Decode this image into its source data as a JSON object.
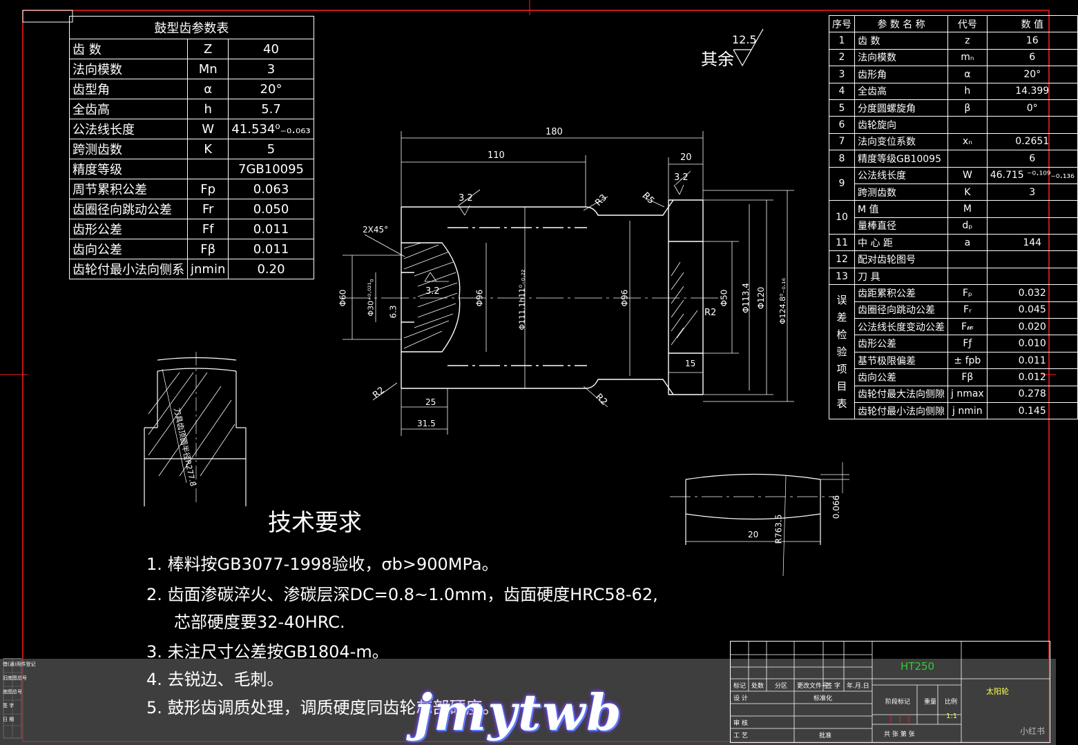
{
  "drum_table": {
    "title": "鼓型齿参数表",
    "rows": [
      {
        "name": "齿 数",
        "sym": "Z",
        "val": "40"
      },
      {
        "name": "法向模数",
        "sym": "Mn",
        "val": "3"
      },
      {
        "name": "齿型角",
        "sym": "α",
        "val": "20°"
      },
      {
        "name": "全齿高",
        "sym": "h",
        "val": "5.7"
      },
      {
        "name": "公法线长度",
        "sym": "W",
        "val": "41.534⁰₋₀.₀₆₃"
      },
      {
        "name": "跨测齿数",
        "sym": "K",
        "val": "5"
      },
      {
        "name": "精度等级",
        "sym": "",
        "val": "7GB10095"
      },
      {
        "name": "周节累积公差",
        "sym": "Fp",
        "val": "0.063"
      },
      {
        "name": "齿圈径向跳动公差",
        "sym": "Fr",
        "val": "0.050"
      },
      {
        "name": "齿形公差",
        "sym": "Ff",
        "val": "0.011"
      },
      {
        "name": "齿向公差",
        "sym": "Fβ",
        "val": "0.011"
      },
      {
        "name": "齿轮付最小法向侧系",
        "sym": "jnmin",
        "val": "0.20"
      }
    ]
  },
  "param_table": {
    "headers": [
      "序号",
      "参 数 名 称",
      "代号",
      "数 值"
    ],
    "rows": [
      {
        "no": "1",
        "name": "齿 数",
        "sym": "z",
        "val": "16"
      },
      {
        "no": "2",
        "name": "法向模数",
        "sym": "mₙ",
        "val": "6"
      },
      {
        "no": "3",
        "name": "齿形角",
        "sym": "α",
        "val": "20°"
      },
      {
        "no": "4",
        "name": "全齿高",
        "sym": "h",
        "val": "14.399"
      },
      {
        "no": "5",
        "name": "分度圆螺旋角",
        "sym": "β",
        "val": "0°"
      },
      {
        "no": "6",
        "name": "齿轮旋向",
        "sym": "",
        "val": ""
      },
      {
        "no": "7",
        "name": "法向变位系数",
        "sym": "xₙ",
        "val": "0.2651"
      },
      {
        "no": "8",
        "name": "精度等级GB10095",
        "sym": "",
        "val": "6"
      },
      {
        "no": "9",
        "name": "公法线长度",
        "sym": "W",
        "val": "46.715 ⁻⁰·¹⁰⁹₋₀.₁₃₆"
      },
      {
        "no": "",
        "name": "跨测齿数",
        "sym": "K",
        "val": "3"
      },
      {
        "no": "10",
        "name": "M 值",
        "sym": "M",
        "val": ""
      },
      {
        "no": "",
        "name": "量棒直径",
        "sym": "dₚ",
        "val": ""
      },
      {
        "no": "11",
        "name": "中 心 距",
        "sym": "a",
        "val": "144"
      },
      {
        "no": "12",
        "name": "配对齿轮图号",
        "sym": "",
        "val": ""
      },
      {
        "no": "13",
        "name": "刀 具",
        "sym": "",
        "val": ""
      }
    ],
    "error_group_label": "误差检验项目表",
    "error_rows": [
      {
        "name": "齿距累积公差",
        "sym": "Fₚ",
        "val": "0.032"
      },
      {
        "name": "齿圈径向跳动公差",
        "sym": "Fᵣ",
        "val": "0.045"
      },
      {
        "name": "公法线长度变动公差",
        "sym": "F𝓌",
        "val": "0.020"
      },
      {
        "name": "齿形公差",
        "sym": "Fƒ",
        "val": "0.010"
      },
      {
        "name": "基节极限偏差",
        "sym": "± fpb",
        "val": "0.011"
      },
      {
        "name": "齿向公差",
        "sym": "Fβ",
        "val": "0.012"
      },
      {
        "name": "齿轮付最大法向侧隙",
        "sym": "j nmax",
        "val": "0.278"
      },
      {
        "name": "齿轮付最小法向侧隙",
        "sym": "j nmin",
        "val": "0.145"
      }
    ]
  },
  "roughness": {
    "label": "其余",
    "value": "12.5"
  },
  "dimensions": {
    "len_total": "180",
    "len_110": "110",
    "len_20": "20",
    "r3": "R3",
    "r5": "R5",
    "ra_32": "3.2",
    "chamfer": "2X45°",
    "phi60": "Φ60",
    "phi30": "Φ30⁺⁰·⁰²¹₀",
    "depth63": "6.3",
    "ra_32b": "3.2",
    "phi96a": "Φ96",
    "phi111": "Φ111.1h11⁰₋₀.₂₂",
    "phi96b": "Φ96",
    "phi50": "Φ50",
    "phi113": "Φ113.4",
    "phi120": "Φ120",
    "phi124": "Φ124.8⁰₋₀.₁₆",
    "r2a": "R2",
    "r2b": "R2",
    "r2c": "R2",
    "len15": "15",
    "len25": "25",
    "len315": "31.5"
  },
  "tooth_section": {
    "label": "刀具齿顶圆半径R277.8"
  },
  "crown_detail": {
    "width": "20",
    "radius": "R763.5",
    "drop": "0.066"
  },
  "tech_req": {
    "title": "技术要求",
    "items": [
      "1. 棒料按GB3077-1998验收，σb>900MPa。",
      "2. 齿面渗碳淬火、渗碳层深DC=0.8~1.0mm，齿面硬度HRC58-62,",
      "芯部硬度要32-40HRC.",
      "3. 未注尺寸公差按GB1804-m。",
      "4. 去锐边、毛刺。",
      "5. 鼓形齿调质处理，调质硬度同齿轮芯部硬度。"
    ]
  },
  "title_block": {
    "material": "HT250",
    "part_name": "太阳轮",
    "row_labels": [
      "标记",
      "处数",
      "分区",
      "更改文件号",
      "签 字",
      "年.月.日"
    ],
    "design": "设 计",
    "std": "标准化",
    "stage": "阶段标记",
    "weight": "重量",
    "scale": "比例",
    "scale_val": "1:1",
    "review": "审 核",
    "process": "工 艺",
    "approve": "批准",
    "sheets": "共 张 第 张"
  },
  "left_tags": [
    "借(通)用件登记",
    "旧底图总号",
    "底图总号",
    "签 字",
    "日 期"
  ],
  "watermark": "jmytwb",
  "corner_mark": "小红书",
  "colors": {
    "frame": "#ff2020",
    "line": "#ffffff",
    "accent": "#33cc33",
    "yellow": "#ffff55"
  }
}
